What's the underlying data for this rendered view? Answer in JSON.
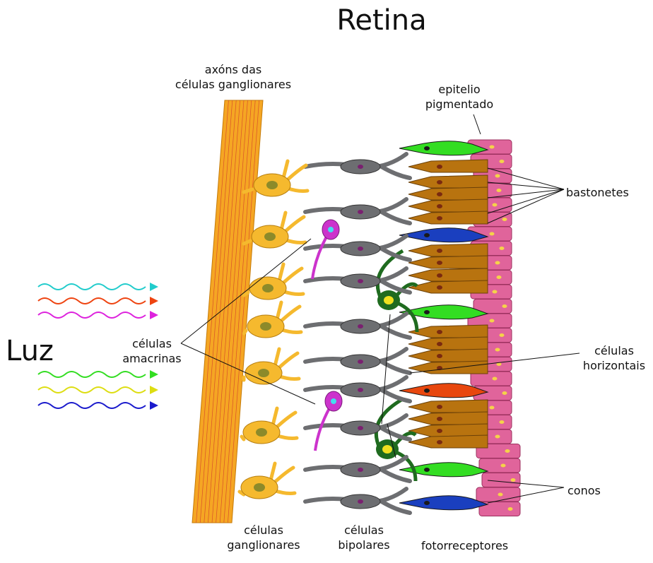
{
  "title": "Retina",
  "light_label": "Luz",
  "labels": {
    "axons": [
      "axóns das",
      "células ganglionares"
    ],
    "epithelium": [
      "epitelio",
      "pigmentado"
    ],
    "rods": "bastonetes",
    "amacrine": [
      "células",
      "amacrinas"
    ],
    "horizontal": [
      "células",
      "horizontais"
    ],
    "cones": "conos",
    "ganglion": [
      "células",
      "ganglionares"
    ],
    "bipolar": [
      "células",
      "bipolares"
    ],
    "photoreceptors": "fotorreceptores"
  },
  "colors": {
    "ganglion": "#f5b92e",
    "axon": "#f5a623",
    "bipolar": "#6d6e71",
    "amacrine": "#cc33cc",
    "horizontal": "#1f6b1f",
    "rod": "#b8730f",
    "cone_green": "#33dd22",
    "cone_blue": "#1a3fbf",
    "cone_red": "#e8470e",
    "epithelium": "#e0649b",
    "light_waves": [
      "#22cccc",
      "#ee4411",
      "#dd22dd",
      "#33dd22",
      "#dddd11",
      "#1a1acc"
    ]
  }
}
